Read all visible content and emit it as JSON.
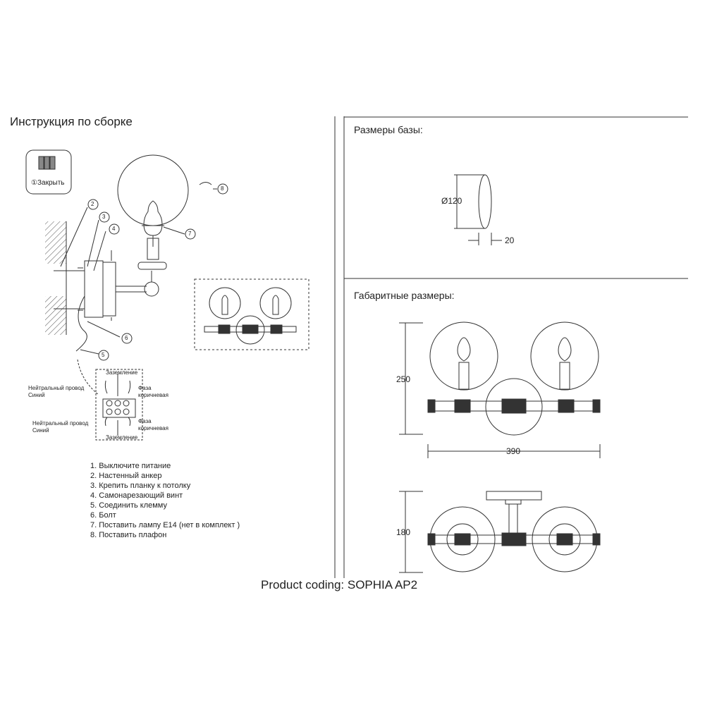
{
  "left": {
    "title": "Инструкция по сборке",
    "close_badge": "①Закрыть",
    "callouts": [
      "2",
      "3",
      "4",
      "5",
      "6",
      "7",
      "8"
    ],
    "wiring": {
      "ground_top": "Заземление",
      "ground_bottom": "Заземление",
      "neutral_top": "Нейтральный провод\nСиний",
      "neutral_bottom": "Нейтральный провод\nСиний",
      "phase_top": "Фаза\nкоричневая",
      "phase_bottom": "Фаза\nкоричневая"
    },
    "steps": [
      "1. Выключите питание",
      "2. Настенный анкер",
      "3. Крепить планку к потолку",
      "4. Самонарезающий винт",
      "5. Соединить клемму",
      "6. Болт",
      "7. Поставить лампу Е14  (нет в комплект )",
      "8. Поставить плафон"
    ]
  },
  "base": {
    "title": "Размеры базы:",
    "diameter": "Ø120",
    "depth": "20"
  },
  "overall": {
    "title": "Габаритные размеры:",
    "height": "250",
    "width": "390",
    "depth": "180"
  },
  "footer": {
    "coding": "Product coding: SOPHIA AP2"
  }
}
